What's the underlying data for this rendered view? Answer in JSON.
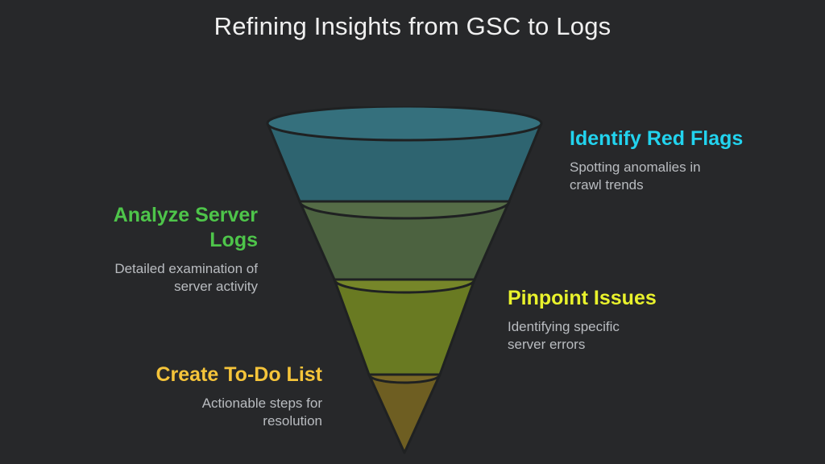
{
  "slide": {
    "title": "Refining Insights from GSC to Logs",
    "background_color": "#27282a",
    "title_color": "#f0f0f0",
    "subtitle_color": "#b9bcc0"
  },
  "funnel": {
    "outline_color": "#1f2122",
    "stages": [
      {
        "id": "identify-red-flags",
        "order": 1,
        "fill_color": "#2e6470",
        "label_color": "#22d3ee",
        "headline": "Identify Red Flags",
        "subtext": "Spotting anomalies in\ncrawl trends",
        "side": "right"
      },
      {
        "id": "analyze-server-logs",
        "order": 2,
        "fill_color": "#4c6240",
        "label_color": "#4ec54a",
        "headline": "Analyze Server\nLogs",
        "subtext": "Detailed examination of\nserver activity",
        "side": "left"
      },
      {
        "id": "pinpoint-issues",
        "order": 3,
        "fill_color": "#697a22",
        "label_color": "#e9f22c",
        "headline": "Pinpoint Issues",
        "subtext": "Identifying specific\nserver errors",
        "side": "right"
      },
      {
        "id": "create-to-do-list",
        "order": 4,
        "fill_color": "#6e5e22",
        "label_color": "#f5c43a",
        "headline": "Create To-Do List",
        "subtext": "Actionable steps for\nresolution",
        "side": "left"
      }
    ]
  }
}
